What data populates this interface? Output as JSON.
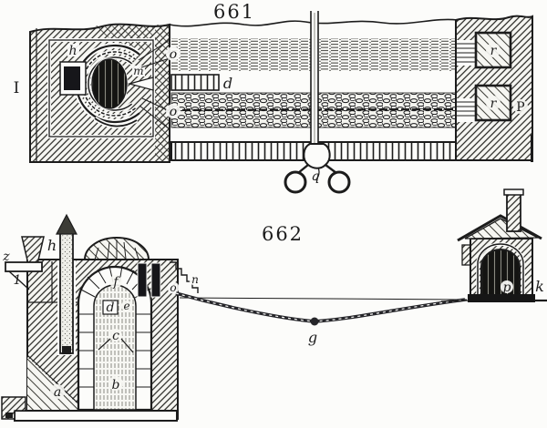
{
  "engraving": {
    "ink_color": "#1c1c1c",
    "paper_color": "#fcfcfa",
    "fig661": {
      "title": "661",
      "labels": {
        "wall_left": "I",
        "door": "h",
        "core": "m",
        "row_upper": "o",
        "comb_end": "d",
        "row_lower": "o",
        "hanging_tool": "q",
        "reel_upper": "r",
        "reel_lower": "r",
        "pillar": "P"
      }
    },
    "fig662": {
      "title": "662",
      "labels": {
        "spout": "z",
        "spout_strut": "1",
        "chimney": "h",
        "vault_top": "f",
        "vault_box": "d",
        "vault_box_right": "e",
        "vault_mid": "c",
        "vault_bottom": "b",
        "base_chamber": "a",
        "rope_exit": "o",
        "steps": "n",
        "rope_low_point": "g",
        "hut_door": "p",
        "ground_right": "k"
      }
    }
  }
}
